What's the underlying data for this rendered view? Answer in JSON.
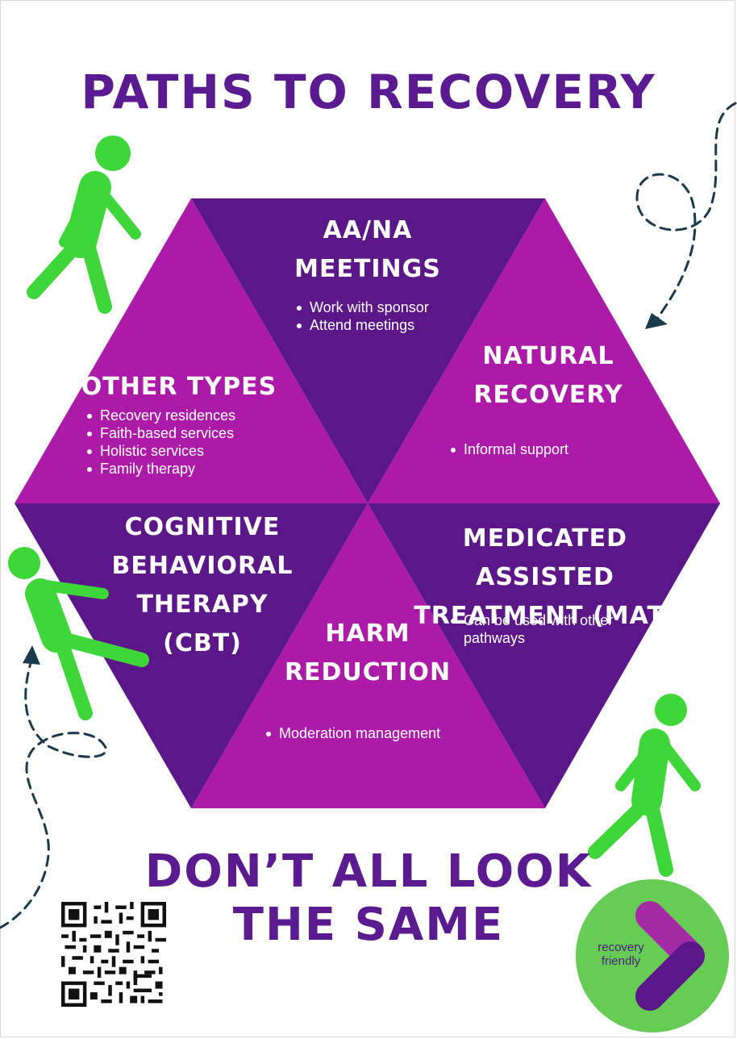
{
  "title_top": "PATHS TO RECOVERY",
  "title_bottom": [
    "DON’T ALL LOOK",
    "THE SAME"
  ],
  "colors": {
    "dark_purple": "#5b1788",
    "magenta": "#ab1ba8",
    "title_purple": "#5a1a90",
    "walker_green": "#3fd63a",
    "logo_green": "#66cc55",
    "dashed_line": "#1b3a4b"
  },
  "segments": [
    {
      "heading": [
        "AA/NA",
        "MEETINGS"
      ],
      "bullets": [
        "Work with sponsor",
        "Attend meetings"
      ]
    },
    {
      "heading": [
        "NATURAL",
        "RECOVERY"
      ],
      "bullets": [
        "Informal support"
      ]
    },
    {
      "heading": [
        "MEDICATED ASSISTED",
        "TREATMENT (MAT)"
      ],
      "bullets": [
        "Can be used with other pathways"
      ]
    },
    {
      "heading": [
        "HARM",
        "REDUCTION"
      ],
      "bullets": [
        "Moderation management"
      ]
    },
    {
      "heading": [
        "COGNITIVE",
        "BEHAVIORAL",
        "THERAPY (CBT)"
      ],
      "bullets": []
    },
    {
      "heading": [
        "OTHER TYPES"
      ],
      "bullets": [
        "Recovery residences",
        "Faith-based services",
        "Holistic services",
        "Family therapy"
      ]
    }
  ],
  "icons": [
    "walking-person-icon",
    "qr-code-icon",
    "recovery-friendly-logo"
  ],
  "logo": {
    "line1": "recovery",
    "line2": "friendly"
  }
}
